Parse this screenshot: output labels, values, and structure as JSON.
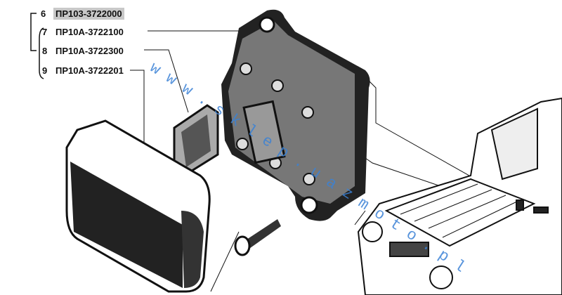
{
  "parts": [
    {
      "number": "6",
      "code": "ПР103-3722000",
      "highlighted": true
    },
    {
      "number": "7",
      "code": "ПР10А-3722100",
      "highlighted": false
    },
    {
      "number": "8",
      "code": "ПР10А-3722300",
      "highlighted": false
    },
    {
      "number": "9",
      "code": "ПР10А-3722201",
      "highlighted": false
    }
  ],
  "watermark": "www.sklep.uazmoto.pl",
  "colors": {
    "highlight": "#c8c8c8",
    "watermark": "#3b82d6"
  }
}
